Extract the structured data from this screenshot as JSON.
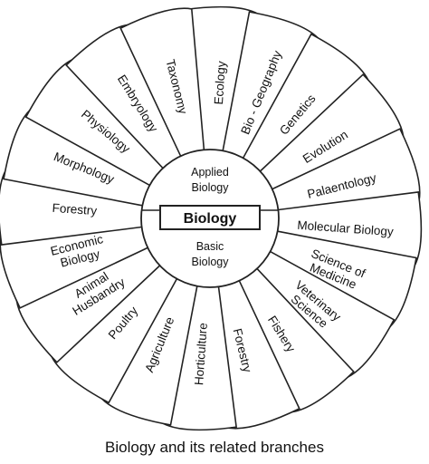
{
  "center": {
    "title": "Biology",
    "upper": [
      "Applied",
      "Biology"
    ],
    "lower": [
      "Basic",
      "Biology"
    ]
  },
  "branches": [
    [
      "Ecology"
    ],
    [
      "Bio - Geography"
    ],
    [
      "Genetics"
    ],
    [
      "Evolution"
    ],
    [
      "Palaentology"
    ],
    [
      "Molecular Biology"
    ],
    [
      "Science of",
      "Medicine"
    ],
    [
      "Veterinary",
      "Science"
    ],
    [
      "Fishery"
    ],
    [
      "Forestry"
    ],
    [
      "Horticulture"
    ],
    [
      "Agriculture"
    ],
    [
      "Poultry"
    ],
    [
      "Animal",
      "Husbandry"
    ],
    [
      "Economic",
      "Biology"
    ],
    [
      "Forestry"
    ],
    [
      "Morphology"
    ],
    [
      "Physiology"
    ],
    [
      "Embryology"
    ],
    [
      "Taxonomy"
    ]
  ],
  "caption": "Biology and its related branches"
}
